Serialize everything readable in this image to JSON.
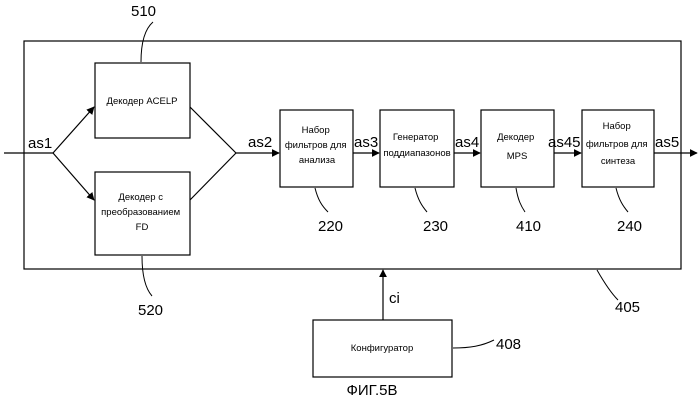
{
  "diagram": {
    "outer_ref": "405",
    "caption": "ФИГ.5В",
    "blocks": {
      "acelp": {
        "lines": [
          "Декодер ACELP"
        ],
        "ref": "510"
      },
      "fd": {
        "lines": [
          "Декодер с",
          "преобразованием",
          "FD"
        ],
        "ref": "520"
      },
      "analysis": {
        "lines": [
          "Набор",
          "фильтров для",
          "анализа"
        ],
        "ref": "220"
      },
      "generator": {
        "lines": [
          "Генератор",
          "поддиапазонов"
        ],
        "ref": "230"
      },
      "mps": {
        "lines": [
          "Декодер",
          "MPS"
        ],
        "ref": "410"
      },
      "synthesis": {
        "lines": [
          "Набор",
          "фильтров для",
          "синтеза"
        ],
        "ref": "240"
      },
      "configurator": {
        "lines": [
          "Конфигуратор"
        ],
        "ref": "408"
      }
    },
    "signals": {
      "as1": "as1",
      "as2": "as2",
      "as3": "as3",
      "as4": "as4",
      "as45": "as45",
      "as5": "as5",
      "ci": "ci"
    }
  }
}
